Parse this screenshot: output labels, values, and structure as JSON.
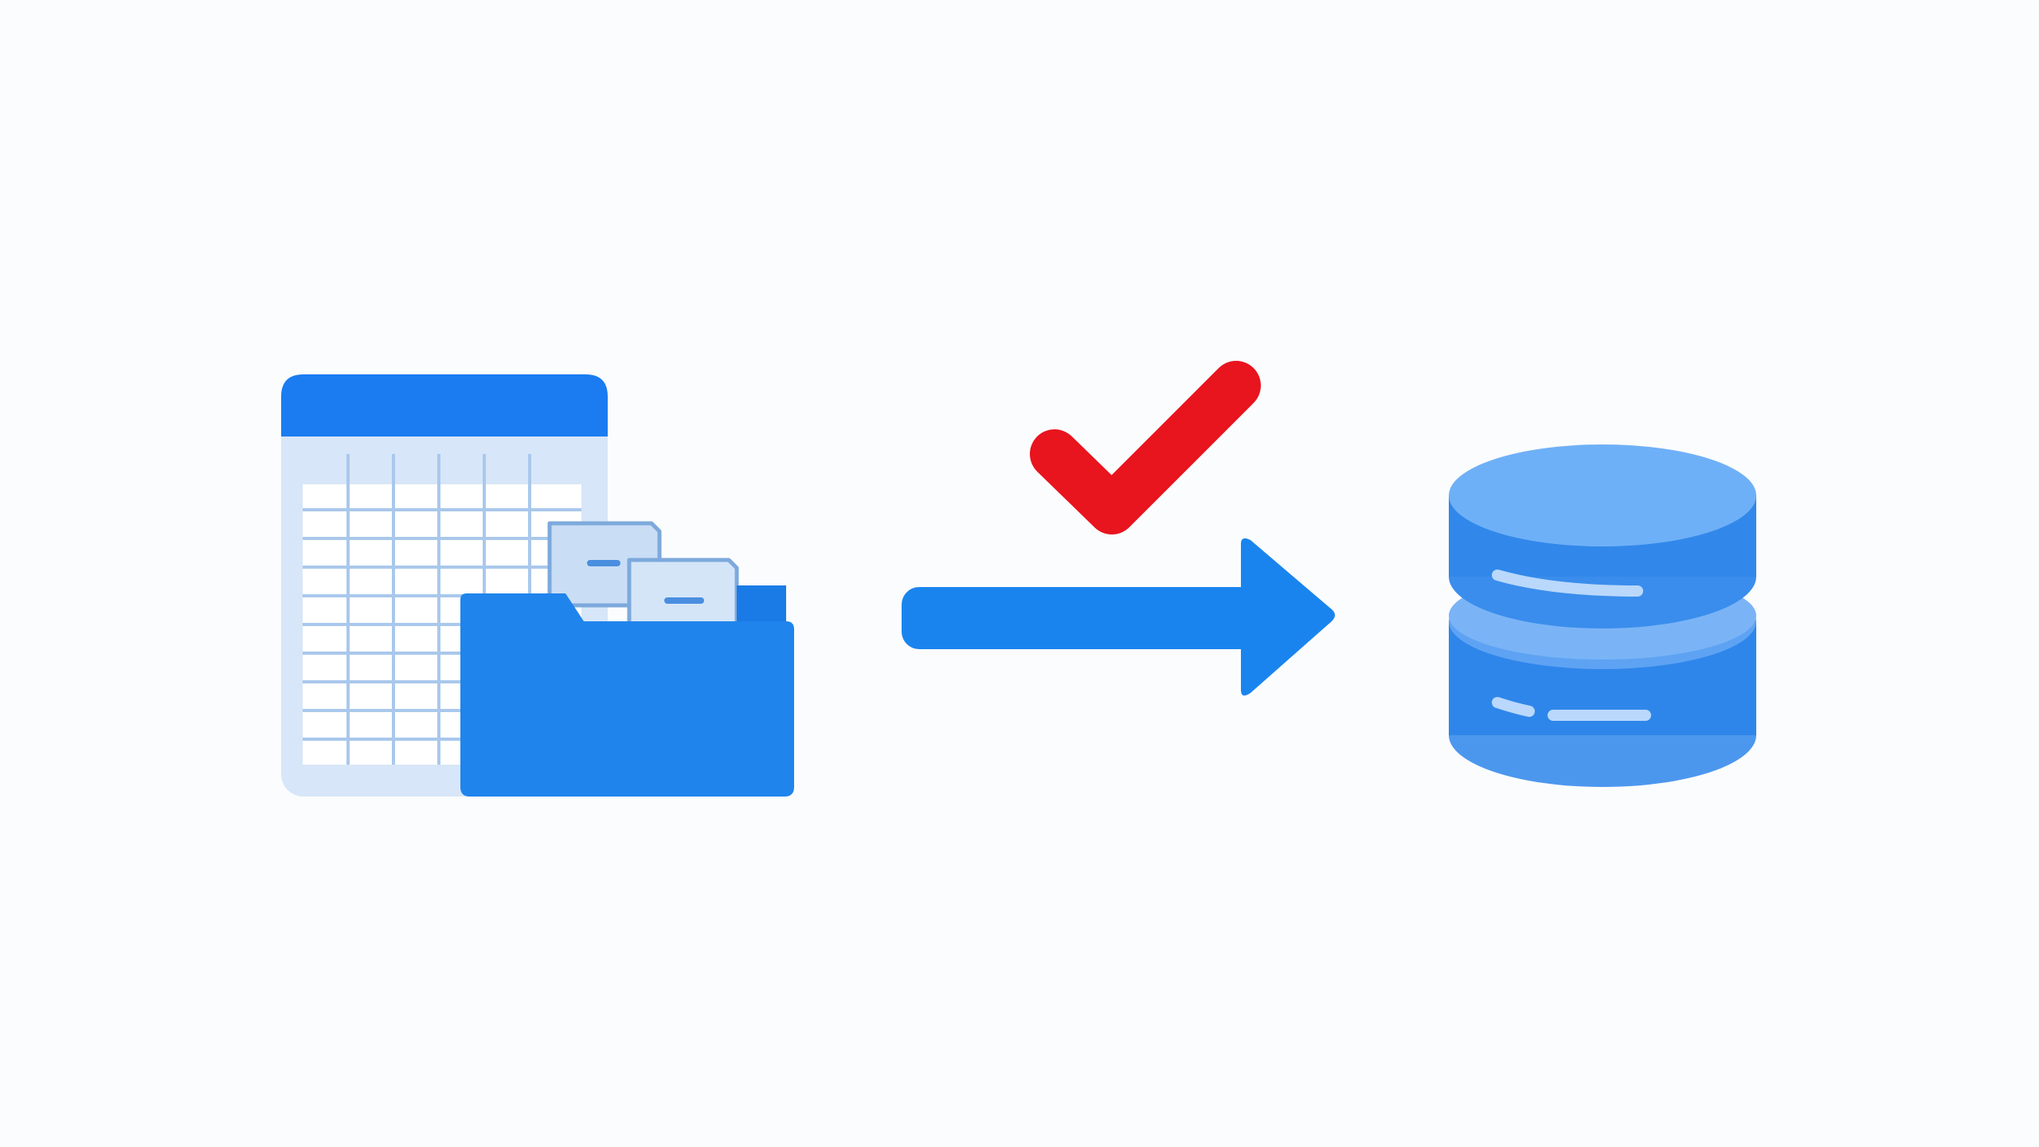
{
  "diagram": {
    "nodes": [
      {
        "id": "source",
        "icon": "spreadsheet-and-folder-icon"
      },
      {
        "id": "target",
        "icon": "database-icon"
      }
    ],
    "edges": [
      {
        "from": "source",
        "to": "target",
        "icon": "arrow-right-icon",
        "status_icon": "checkmark-icon"
      }
    ]
  },
  "colors": {
    "background": "#fbfcfd",
    "primary_blue": "#1a7cf0",
    "folder_blue": "#1f84ec",
    "light_blue": "#d7e6f8",
    "grid_line": "#9ec2ea",
    "database_top": "#6eb0f7",
    "database_body": "#3188ea",
    "check_red": "#e8141e"
  }
}
